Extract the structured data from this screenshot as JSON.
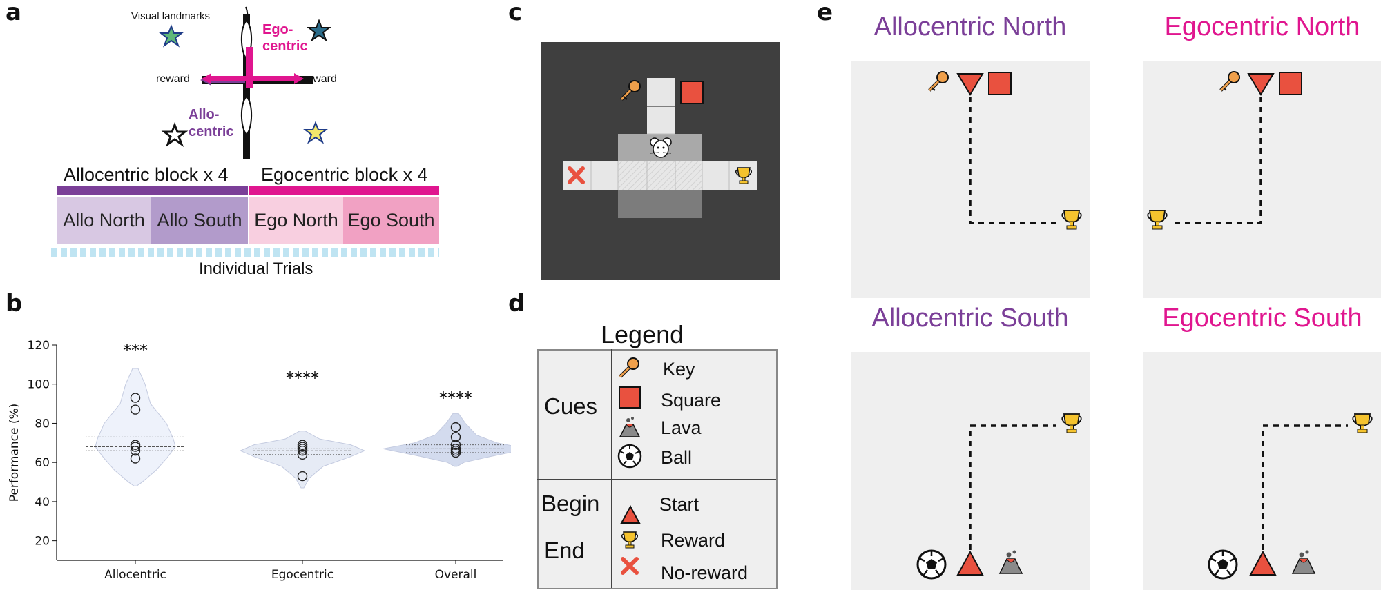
{
  "panel_labels": {
    "a": "a",
    "b": "b",
    "c": "c",
    "d": "d",
    "e": "e"
  },
  "panel_a": {
    "visual_landmarks": "Visual landmarks",
    "ego_label_1": "Ego-",
    "ego_label_2": "centric",
    "allo_label_1": "Allo-",
    "allo_label_2": "centric",
    "reward_left": "reward",
    "reward_right": "reward",
    "allo_block": "Allocentric block x 4",
    "ego_block": "Egocentric block x 4",
    "segments": [
      "Allo North",
      "Allo South",
      "Ego North",
      "Ego South"
    ],
    "individual_trials": "Individual Trials",
    "colors": {
      "allo": "#7b3f98",
      "ego": "#e0168f",
      "allo_north": "#d8c8e3",
      "allo_south": "#b29bcb",
      "ego_north": "#f8cfe0",
      "ego_south": "#f1a1c3",
      "trials": "#bfe4f2"
    }
  },
  "panel_b": {
    "chart_data": {
      "type": "violin",
      "categories": [
        "Allocentric",
        "Egocentric",
        "Overall"
      ],
      "ylabel": "Performance (%)",
      "ylim": [
        10,
        120
      ],
      "yticks": [
        20,
        40,
        60,
        80,
        100,
        120
      ],
      "chance_line": 50,
      "significance": [
        "***",
        "****",
        "****"
      ],
      "points": [
        [
          62,
          66,
          68,
          69,
          87,
          93
        ],
        [
          53,
          64,
          66,
          67,
          68,
          69
        ],
        [
          65,
          66,
          67,
          69,
          73,
          78
        ]
      ],
      "medians": [
        68,
        66,
        67
      ],
      "quartiles": [
        [
          66,
          73
        ],
        [
          64,
          67
        ],
        [
          65,
          69
        ]
      ]
    }
  },
  "panel_c": {
    "grid_color": "#3f3f3f"
  },
  "panel_d": {
    "title": "Legend",
    "cues_label": "Cues",
    "begin_label": "Begin",
    "end_label": "End",
    "items": {
      "key": "Key",
      "square": "Square",
      "lava": "Lava",
      "ball": "Ball",
      "start": "Start",
      "reward": "Reward",
      "no_reward": "No-reward"
    }
  },
  "panel_e": {
    "titles": [
      "Allocentric North",
      "Egocentric North",
      "Allocentric South",
      "Egocentric South"
    ],
    "title_colors": {
      "allo": "#7b3f98",
      "ego": "#e0168f"
    }
  }
}
